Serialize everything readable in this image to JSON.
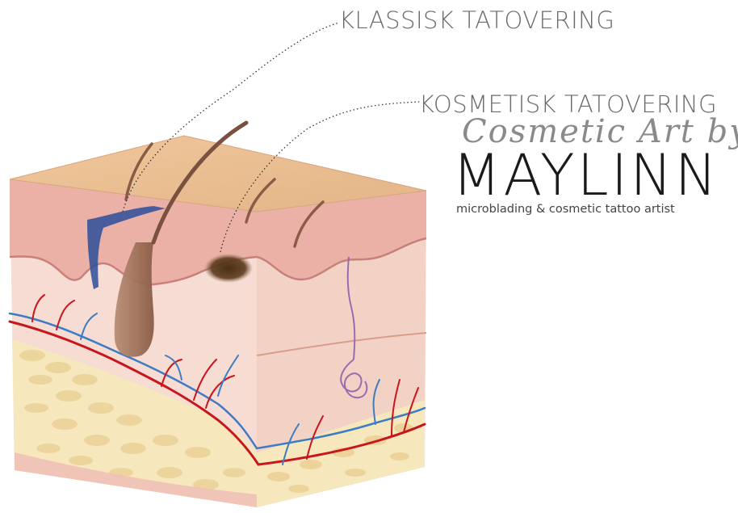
{
  "labels": {
    "classic": "KLASSISK TATOVERING",
    "cosmetic": "KOSMETISK TATOVERING"
  },
  "brand": {
    "script": "Cosmetic Art by",
    "name": "MAYLINN",
    "tagline": "microblading & cosmetic tattoo artist"
  },
  "colors": {
    "skin_top": "#e9bf90",
    "epidermis": "#ecb1a6",
    "dermis": "#f6dcd2",
    "fat": "#f6e7bd",
    "artery": "#c8161d",
    "vein": "#3d7bc4",
    "classic_ink": "#2d4e9a",
    "cosmetic_ink": "#5b3a1c",
    "hair": "#7a5040",
    "nerve": "#9a6bb0"
  }
}
